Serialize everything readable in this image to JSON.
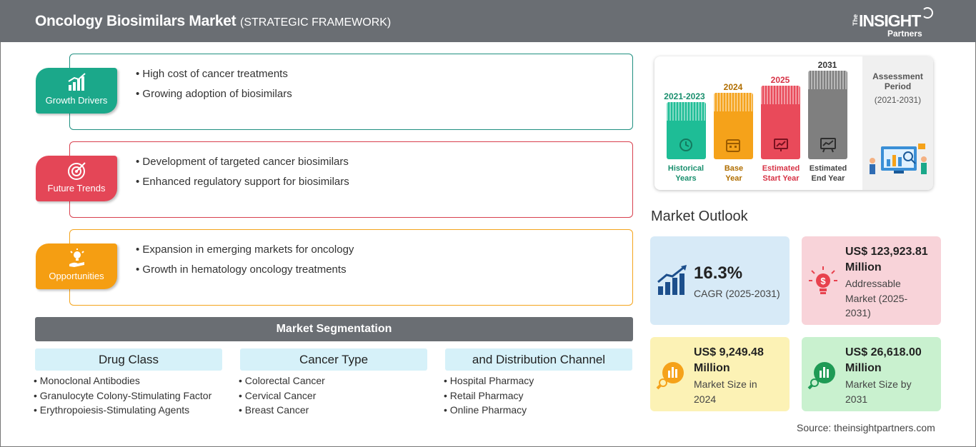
{
  "header": {
    "title": "Oncology Biosimilars Market",
    "subtitle": "(STRATEGIC FRAMEWORK)",
    "logo": {
      "the": "The",
      "insight": "INSIGHT",
      "partners": "Partners"
    }
  },
  "framework": [
    {
      "label": "Growth Drivers",
      "icon": "growth-chart-icon",
      "color": "#1ba88a",
      "items": [
        "High cost of cancer treatments",
        "Growing adoption of biosimilars"
      ]
    },
    {
      "label": "Future Trends",
      "icon": "target-icon",
      "color": "#e44657",
      "items": [
        "Development of targeted cancer biosimilars",
        "Enhanced regulatory support for biosimilars"
      ]
    },
    {
      "label": "Opportunities",
      "icon": "lightbulb-hand-icon",
      "color": "#f59e12",
      "items": [
        "Expansion in emerging markets for oncology",
        "Growth in hematology oncology treatments"
      ]
    }
  ],
  "segmentation": {
    "title": "Market Segmentation",
    "columns": [
      {
        "heading": "Drug Class",
        "items": [
          "Monoclonal Antibodies",
          "Granulocyte Colony-Stimulating Factor",
          "Erythropoiesis-Stimulating Agents"
        ]
      },
      {
        "heading": "Cancer Type",
        "items": [
          "Colorectal Cancer",
          "Cervical Cancer",
          "Breast Cancer"
        ]
      },
      {
        "heading": "and Distribution Channel",
        "items": [
          "Hospital Pharmacy",
          "Retail Pharmacy",
          "Online Pharmacy"
        ]
      }
    ]
  },
  "timeline": {
    "periods": [
      {
        "year": "2021-2023",
        "line1": "Historical",
        "line2": "Years",
        "color": "#1ebd96",
        "icon": "history-icon"
      },
      {
        "year": "2024",
        "line1": "Base",
        "line2": "Year",
        "color": "#f5a21a",
        "icon": "calendar-icon"
      },
      {
        "year": "2025",
        "line1": "Estimated",
        "line2": "Start Year",
        "color": "#e94a5a",
        "icon": "chart-screen-icon"
      },
      {
        "year": "2031",
        "line1": "Estimated",
        "line2": "End Year",
        "color": "#7f7f7f",
        "icon": "presentation-icon"
      }
    ],
    "assessment_title": "Assessment Period",
    "assessment_range": "(2021-2031)"
  },
  "outlook": {
    "title": "Market Outlook",
    "metrics": [
      {
        "value": "16.3%",
        "label": "CAGR (2025-2031)",
        "color": "#d7eaf7",
        "icon": "bar-growth-icon"
      },
      {
        "value": "US$ 123,923.81 Million",
        "label": "Addressable Market (2025-2031)",
        "color": "#f8d3d9",
        "icon": "dollar-bulb-icon"
      },
      {
        "value": "US$ 9,249.48 Million",
        "label": "Market Size in 2024",
        "color": "#fcf2b5",
        "icon": "magnifier-chart-icon"
      },
      {
        "value": "US$ 26,618.00 Million",
        "label": "Market Size by 2031",
        "color": "#c9f1cf",
        "icon": "magnifier-chart-icon"
      }
    ]
  },
  "source": "Source: theinsightpartners.com"
}
